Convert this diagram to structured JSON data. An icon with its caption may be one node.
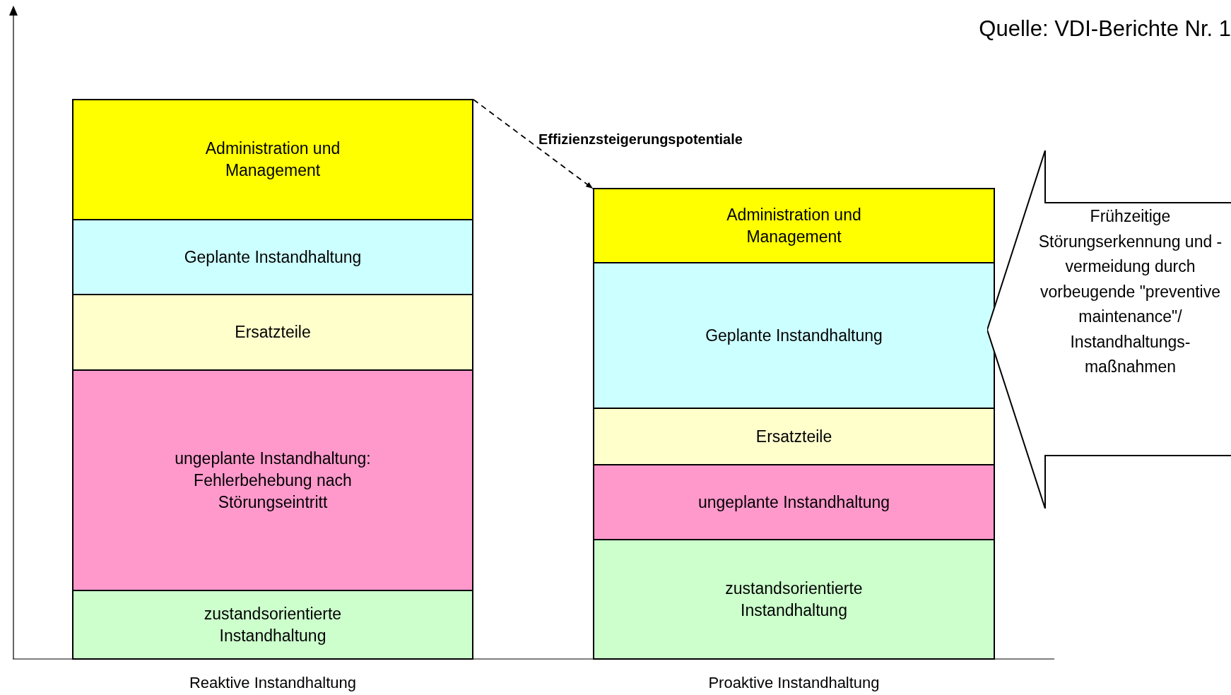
{
  "diagram": {
    "nodes": [
      {
        "text": [
          "Administration und Management"
        ]
      },
      {
        "text": [
          "Geplante Instandhaltung"
        ]
      },
      {
        "text": [
          "Ersatzteile"
        ]
      },
      {
        "text": [
          "ungeplante Instandhaltung: Fehlerbehebung nach Störungseintritt"
        ]
      },
      {
        "text": [
          "zustandsorientierte Instandhaltung"
        ]
      },
      {
        "text": [
          "Administration und Management"
        ]
      },
      {
        "text": [
          "Geplante Instandhaltung"
        ]
      },
      {
        "text": [
          "Ersatzteile"
        ]
      },
      {
        "text": [
          "ungeplante Instandhaltung"
        ]
      },
      {
        "text": [
          "zustandsorientierte Instandhaltung"
        ]
      },
      {
        "text": [
          "Frühzeitige Störungserkennung und -vermeidung durch vorbeugende \"preventive maintenance\"/ Instandhaltungs-maßnahmen"
        ]
      }
    ],
    "edges": [
      {
        "from": 0,
        "to": 5,
        "arrow": "to",
        "style": "dashed",
        "label": "Effizienzsteigerungspotentiale"
      }
    ],
    "labels": [
      "Quelle: VDI-Berichte Nr. 1",
      "Reaktive Instandhaltung",
      "Proaktive Instandhaltung"
    ]
  }
}
